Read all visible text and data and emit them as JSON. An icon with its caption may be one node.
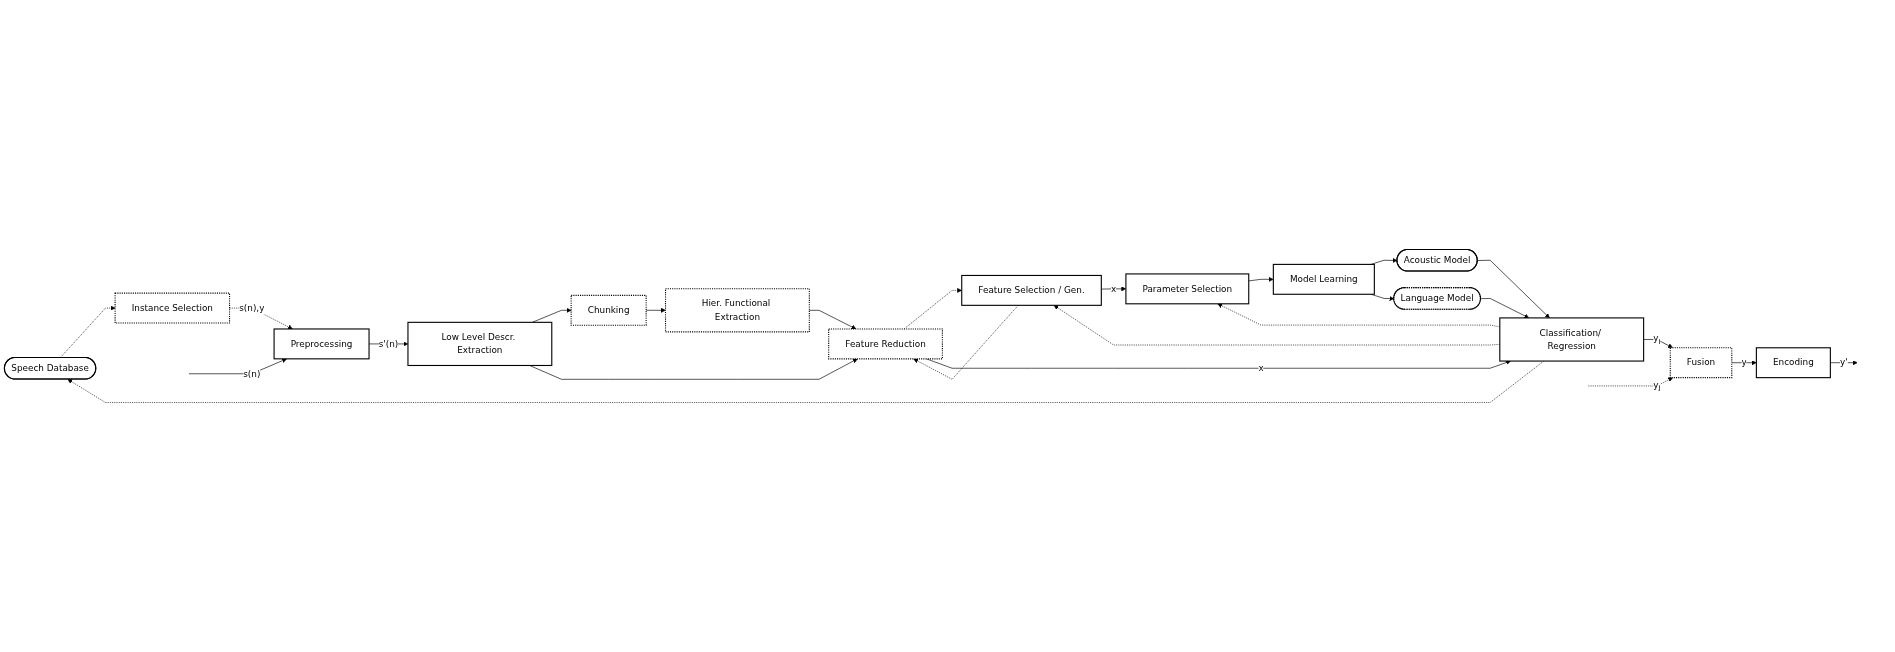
{
  "diagram": {
    "nodes": [
      {
        "text": [
          "Speech Database"
        ]
      },
      {
        "text": [
          "Instance Selection"
        ]
      },
      {
        "text": [
          "Preprocessing"
        ]
      },
      {
        "text": [
          "Hier. Functional Extraction"
        ]
      },
      {
        "text": [
          "Chunking"
        ]
      },
      {
        "text": [
          "Low Level Descr. Extraction"
        ]
      },
      {
        "text": [
          "Feature Selection / Gen."
        ]
      },
      {
        "text": [
          "Parameter Selection"
        ]
      },
      {
        "text": [
          "Model Learning"
        ]
      },
      {
        "text": [
          "Acoustic Model"
        ]
      },
      {
        "text": [
          "Language Model"
        ]
      },
      {
        "text": [
          "Feature Reduction"
        ]
      },
      {
        "text": [
          "Classification/ Regression"
        ]
      },
      {
        "text": [
          "Encoding"
        ]
      },
      {
        "text": [
          "Fusion"
        ]
      }
    ],
    "edges": [
      {
        "from": null,
        "to": 2,
        "arrow": "to",
        "label": "s(n)"
      },
      {
        "from": 12,
        "to": 0,
        "arrow": "to",
        "style": "dashed"
      },
      {
        "from": 12,
        "to": 6,
        "arrow": "to",
        "style": "dashed"
      },
      {
        "from": 12,
        "to": 7,
        "arrow": "to",
        "style": "dashed"
      },
      {
        "from": 0,
        "to": 1,
        "arrow": "to",
        "style": "dashed"
      },
      {
        "from": 1,
        "to": 2,
        "arrow": "to",
        "label": "s(n),y",
        "style": "dashed"
      },
      {
        "from": 2,
        "to": 5,
        "arrow": "to",
        "label": "s'(n)"
      },
      {
        "from": 5,
        "to": 4,
        "arrow": "to"
      },
      {
        "from": 4,
        "to": 3,
        "arrow": "to"
      },
      {
        "from": 3,
        "to": 11,
        "arrow": "to"
      },
      {
        "from": 5,
        "to": 11,
        "arrow": "to"
      },
      {
        "from": 11,
        "to": 6,
        "arrow": "to",
        "style": "dashed"
      },
      {
        "from": 6,
        "to": 11,
        "arrow": "to",
        "style": "dashed"
      },
      {
        "from": 6,
        "to": 7,
        "arrow": "to",
        "label": "x"
      },
      {
        "from": 7,
        "to": 8,
        "arrow": "to"
      },
      {
        "from": 8,
        "to": 9,
        "arrow": "to"
      },
      {
        "from": 8,
        "to": 10,
        "arrow": "to"
      },
      {
        "from": 9,
        "to": 12,
        "arrow": "to"
      },
      {
        "from": 10,
        "to": 12,
        "arrow": "to"
      },
      {
        "from": 11,
        "to": 12,
        "arrow": "to",
        "label": "x"
      },
      {
        "from": 12,
        "to": 14,
        "arrow": "to",
        "label": "y$_{i}$"
      },
      {
        "from": null,
        "to": 14,
        "arrow": "to",
        "label": "y$_{j}$",
        "style": "dashed"
      },
      {
        "from": 14,
        "to": 13,
        "arrow": "to",
        "label": "y"
      },
      {
        "from": 13,
        "to": null,
        "arrow": "to",
        "label": "y'"
      }
    ]
  }
}
